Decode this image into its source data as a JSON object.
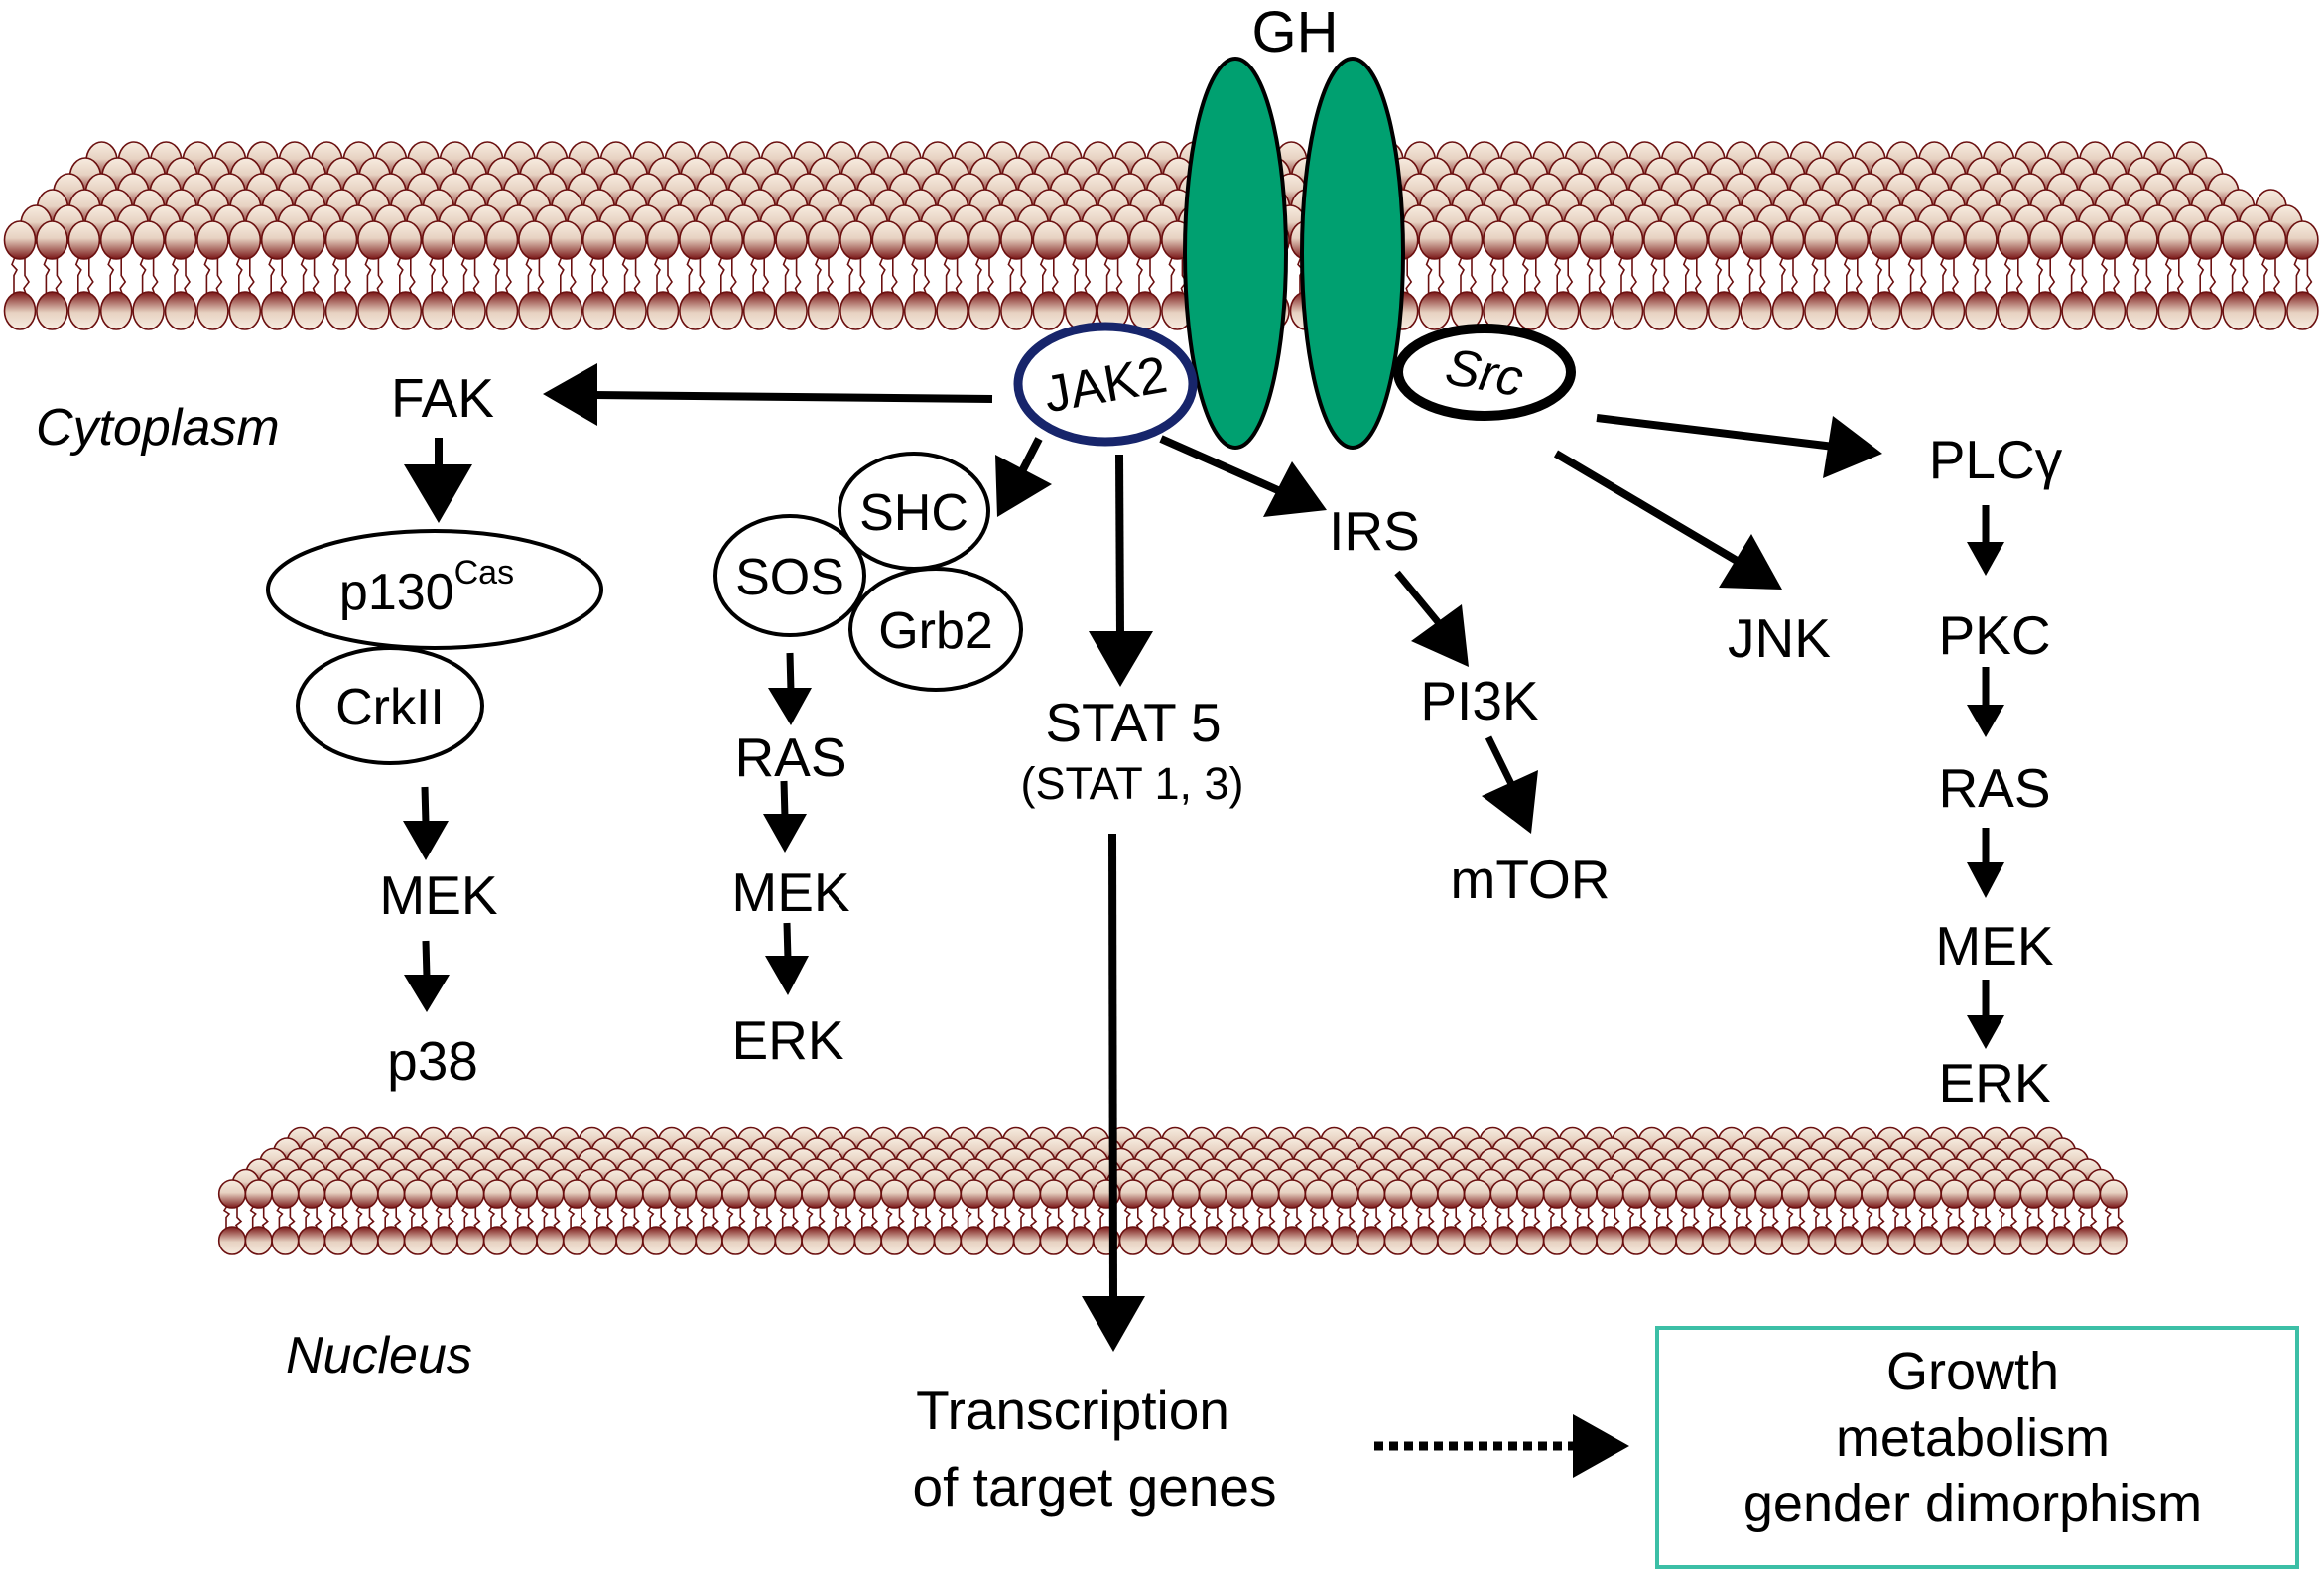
{
  "title": "Growth hormone receptor signaling pathways",
  "colors": {
    "receptor": "#00a070",
    "jak2_outline": "#17256b",
    "src_outline": "#000000",
    "membrane_head_light": "#f5e9dc",
    "membrane_head_dark": "#7a1717",
    "membrane_outline": "#6b1010",
    "outcome_box_border": "#3cbfa6",
    "text": "#000000"
  },
  "ligand": {
    "label": "GH"
  },
  "regions": {
    "cytoplasm": "Cytoplasm",
    "nucleus": "Nucleus"
  },
  "membrane_proteins": {
    "jak2": "JAK2",
    "src": "Src"
  },
  "fak_branch": {
    "fak": "FAK",
    "p130": "p130",
    "p130_sup": "Cas",
    "crkii": "CrkII",
    "mek": "MEK",
    "p38": "p38"
  },
  "shc_branch": {
    "shc": "SHC",
    "sos": "SOS",
    "grb2": "Grb2",
    "ras": "RAS",
    "mek": "MEK",
    "erk": "ERK"
  },
  "stat_branch": {
    "stat5": "STAT 5",
    "stat_other": "(STAT 1, 3)",
    "transcription_line1": "Transcription",
    "transcription_line2": "of target genes"
  },
  "irs_branch": {
    "irs": "IRS",
    "pi3k": "PI3K",
    "mtor": "mTOR"
  },
  "src_branch": {
    "jnk": "JNK",
    "plcg": "PLCγ",
    "pkc": "PKC",
    "ras": "RAS",
    "mek": "MEK",
    "erk": "ERK"
  },
  "outcomes": {
    "line1": "Growth",
    "line2": "metabolism",
    "line3": "gender dimorphism"
  },
  "edges": [
    {
      "from": "JAK2",
      "to": "FAK"
    },
    {
      "from": "FAK",
      "to": "p130Cas"
    },
    {
      "from": "CrkII",
      "to": "MEK"
    },
    {
      "from": "MEK",
      "to": "p38"
    },
    {
      "from": "JAK2",
      "to": "SHC"
    },
    {
      "from": "SOS",
      "to": "RAS"
    },
    {
      "from": "RAS",
      "to": "MEK"
    },
    {
      "from": "MEK",
      "to": "ERK"
    },
    {
      "from": "JAK2",
      "to": "STAT 5"
    },
    {
      "from": "STAT 5",
      "to": "Transcription of target genes"
    },
    {
      "from": "JAK2",
      "to": "IRS"
    },
    {
      "from": "IRS",
      "to": "PI3K"
    },
    {
      "from": "PI3K",
      "to": "mTOR"
    },
    {
      "from": "Src",
      "to": "JNK"
    },
    {
      "from": "Src",
      "to": "PLCγ"
    },
    {
      "from": "PLCγ",
      "to": "PKC"
    },
    {
      "from": "PKC",
      "to": "RAS"
    },
    {
      "from": "RAS",
      "to": "MEK"
    },
    {
      "from": "MEK",
      "to": "ERK"
    },
    {
      "from": "Transcription of target genes",
      "to": "Growth / metabolism / gender dimorphism",
      "style": "dotted"
    }
  ]
}
